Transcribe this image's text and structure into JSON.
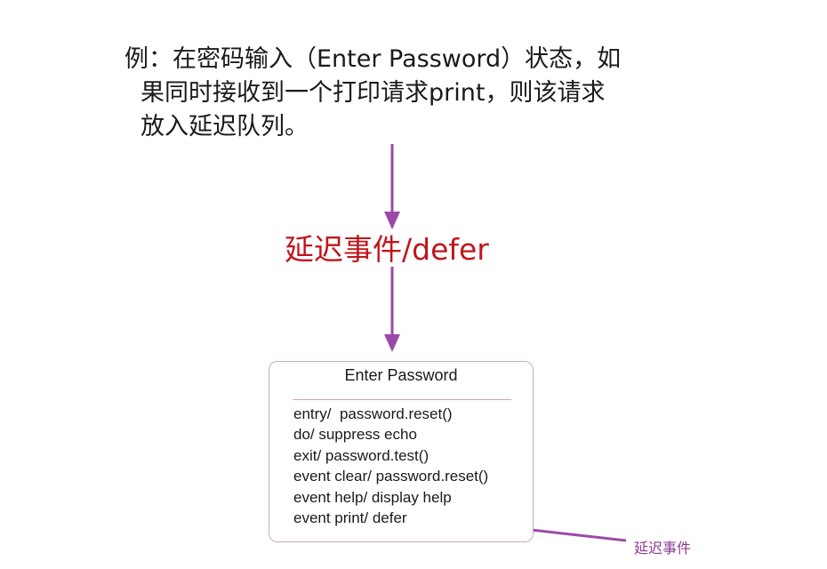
{
  "intro": {
    "lines": [
      "例：在密码输入（Enter Password）状态，如",
      "果同时接收到一个打印请求print，则该请求",
      "放入延迟队列。"
    ]
  },
  "center_label": "延迟事件/defer",
  "state": {
    "name": "Enter Password",
    "activities": [
      "entry/  password.reset()",
      "do/ suppress echo",
      "exit/ password.test()",
      "event clear/ password.reset()",
      "event help/ display help",
      "event print/ defer"
    ]
  },
  "side_label": "延迟事件",
  "colors": {
    "arrow": "#9a4aa6",
    "highlight_text": "#c0161c",
    "box_border": "#c9a9c4",
    "divider": "#d0a2c4"
  }
}
